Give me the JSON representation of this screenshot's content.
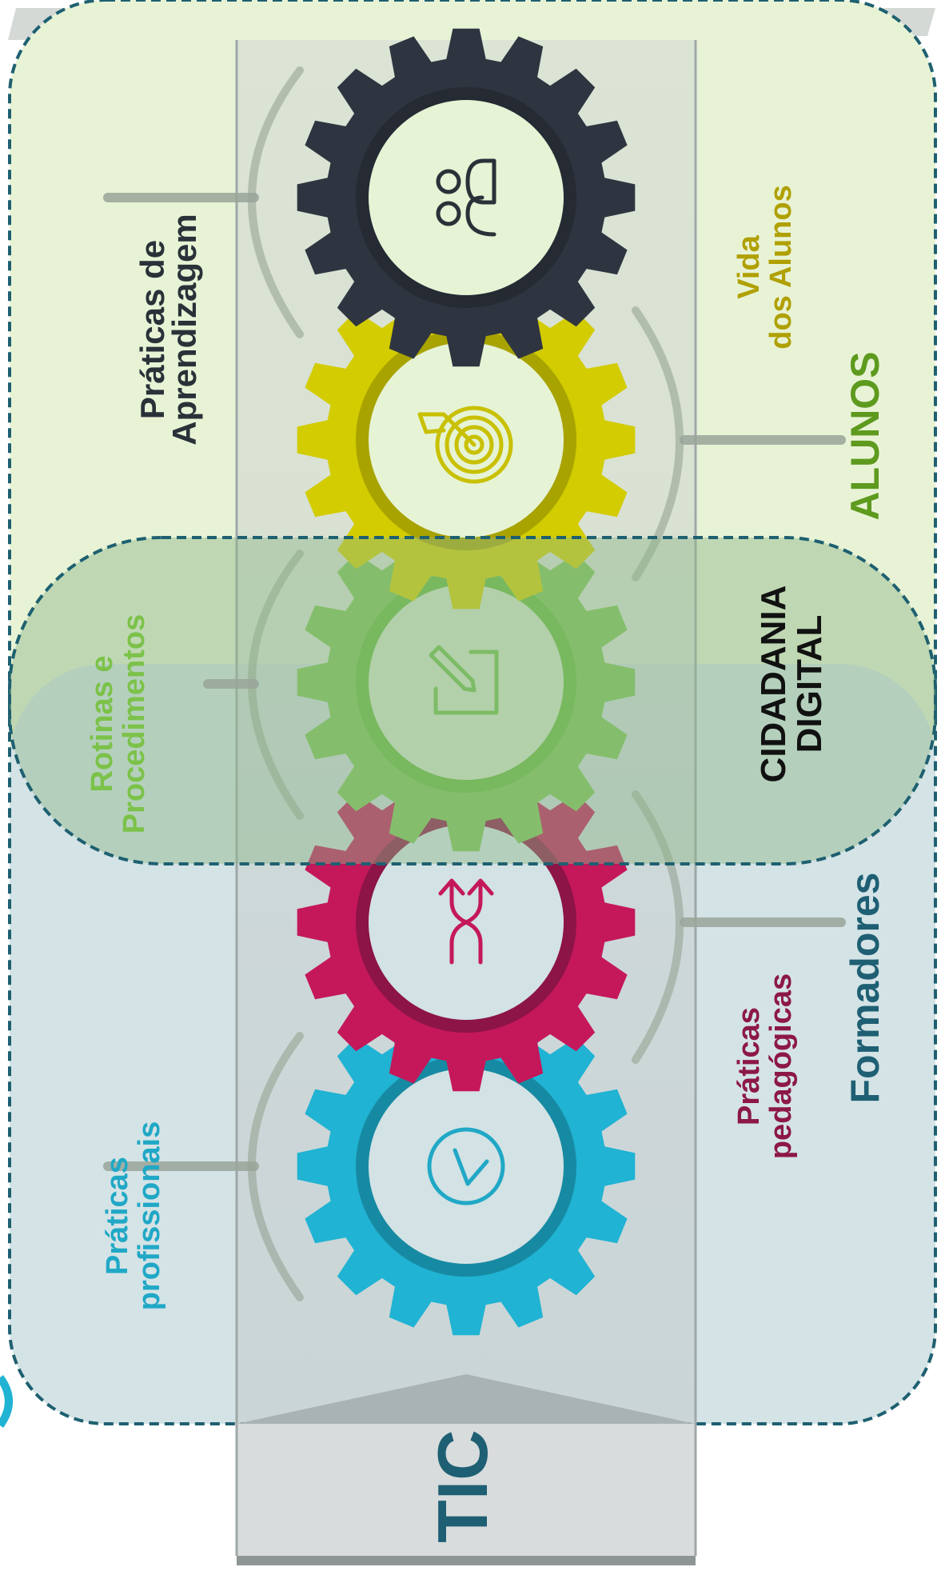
{
  "diagram": {
    "groups": [
      {
        "id": "alunos",
        "label": "ALUNOS",
        "color": "#5e9a1e"
      },
      {
        "id": "formadores",
        "label": "Formadores",
        "color": "#1e5f73"
      },
      {
        "id": "cidadania",
        "label_lines": [
          "CIDADANIA",
          "DIGITAL"
        ],
        "color": "#111111"
      }
    ],
    "gears": [
      {
        "id": "students",
        "color": "#2f3540",
        "icon": "people-icon"
      },
      {
        "id": "target",
        "color": "#d2cc00",
        "icon": "target-icon"
      },
      {
        "id": "edit",
        "color": "#7dc455",
        "icon": "edit-icon"
      },
      {
        "id": "shuffle",
        "color": "#c4185a",
        "icon": "shuffle-icon"
      },
      {
        "id": "clock",
        "color": "#20b3d3",
        "icon": "clock-icon"
      }
    ],
    "labels": {
      "aprendizagem": {
        "lines": [
          "Práticas de",
          "Aprendizagem"
        ],
        "color": "#2b3138"
      },
      "vida": {
        "lines": [
          "Vida",
          "dos Alunos"
        ],
        "color": "#b0a000"
      },
      "rotinas": {
        "lines": [
          "Rotinas e",
          "Procedimentos"
        ],
        "color": "#7cc24a"
      },
      "pedagogicas": {
        "lines": [
          "Práticas",
          "pedagógicas"
        ],
        "color": "#8c1848"
      },
      "profissionais": {
        "lines": [
          "Práticas",
          "profissionais"
        ],
        "color": "#20a8c6"
      }
    },
    "bar": {
      "label": "TIC",
      "color": "#1e5f73"
    }
  }
}
